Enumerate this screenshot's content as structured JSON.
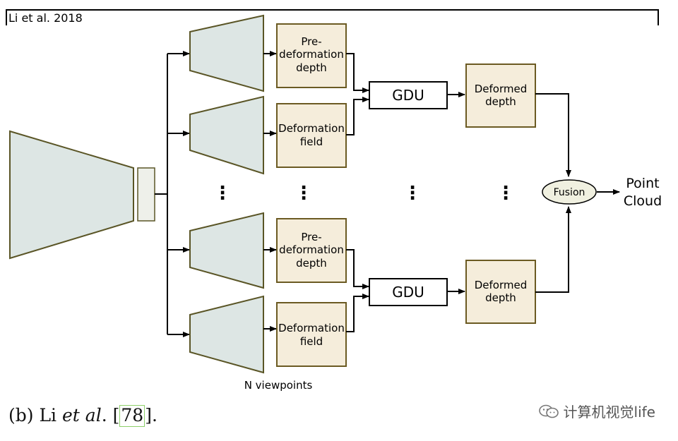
{
  "header_label": "Li et al. 2018",
  "nodes": {
    "pre_deformation_depth": [
      "Pre-",
      "deformation",
      "depth"
    ],
    "deformation_field": [
      "Deformation",
      "field"
    ],
    "gdu": "GDU",
    "deformed_depth": [
      "Deformed",
      "depth"
    ],
    "fusion": "Fusion",
    "point_cloud": [
      "Point",
      "Cloud"
    ],
    "ellipsis": "⋮"
  },
  "viewpoints_label": "N viewpoints",
  "caption": {
    "prefix": "(b) Li ",
    "italic": "et al",
    "mid": ". [",
    "ref": "78",
    "suffix": "]."
  },
  "watermark": "计算机视觉life",
  "colors": {
    "box_fill": "#f5eddb",
    "box_stroke": "#6b5a22",
    "trap_fill": "#dde6e4",
    "trap_stroke": "#5a5526",
    "fusion_fill": "#f0f0e0",
    "line": "#000000"
  }
}
